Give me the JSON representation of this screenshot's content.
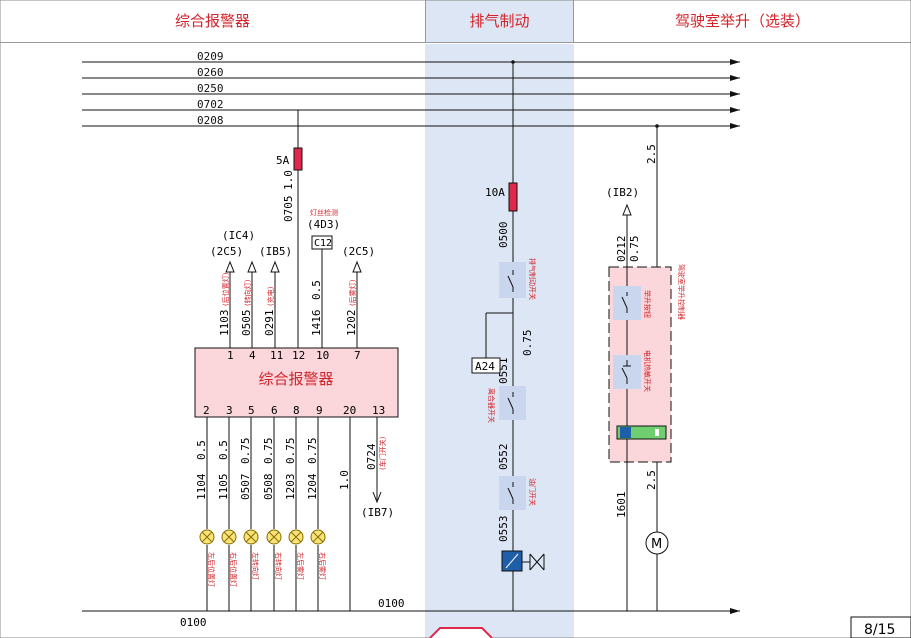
{
  "sections": [
    {
      "title": "综合报警器"
    },
    {
      "title": "排气制动"
    },
    {
      "title": "驾驶室举升（选装）"
    }
  ],
  "bus_lines": [
    "0209",
    "0260",
    "0250",
    "0702",
    "0208"
  ],
  "ground_wire": "0100",
  "ground_wire_mid": "0100",
  "fuses": {
    "alarm": "5A",
    "exhaust": "10A"
  },
  "alarm_unit": {
    "label": "综合报警器",
    "top_pins": [
      "1",
      "4",
      "11",
      "12",
      "10",
      "7"
    ],
    "bottom_pins": [
      "2",
      "3",
      "5",
      "6",
      "8",
      "9",
      "20",
      "13"
    ]
  },
  "top_wires": [
    {
      "code": "1103",
      "note": "(后位置灯)"
    },
    {
      "code": "0505",
      "note": "(转向灯)"
    },
    {
      "code": "0291",
      "note": "(充电)"
    },
    {
      "code": "0705",
      "size": "1.0"
    },
    {
      "code": "1416",
      "size": "0.5"
    },
    {
      "code": "1202",
      "note": "(后雾灯)"
    }
  ],
  "refs": {
    "ic4": "(IC4)",
    "c2c5a": "(2C5)",
    "ib5": "(IB5)",
    "d4d3": "(4D3)",
    "c2c5b": "(2C5)",
    "ib7": "(IB7)",
    "ib2": "(IB2)"
  },
  "connector": {
    "label": "C12",
    "note": "灯丝检测"
  },
  "bottom_wires": [
    {
      "code": "1104",
      "size": "0.5"
    },
    {
      "code": "1105",
      "size": "0.5"
    },
    {
      "code": "0507",
      "size": "0.75"
    },
    {
      "code": "0508",
      "size": "0.75"
    },
    {
      "code": "1203",
      "size": "0.75"
    },
    {
      "code": "1204",
      "size": "0.75"
    },
    {
      "size": "1.0"
    },
    {
      "code": "0724",
      "note": "(车门开关)"
    }
  ],
  "lamps": [
    "左后位置灯",
    "右后位置灯",
    "左转向灯",
    "右转向灯",
    "左后雾灯",
    "右后雾灯"
  ],
  "exhaust": {
    "wire_top": "0500",
    "switch1": "排气制动开关",
    "wire_mid": "0551",
    "wire_mid_size": "0.75",
    "a24": "A24",
    "switch2": "离合器开关",
    "wire_552": "0552",
    "switch3": "油门开关",
    "wire_553": "0553"
  },
  "cab": {
    "wire_top_size": "2.5",
    "wire_0212": "0212",
    "wire_0212_size": "0.75",
    "controller": "驾驶室举升控制器",
    "button": "举升按钮",
    "thermal": "电机热敏开关",
    "wire_1601": "1601",
    "wire_1601_size": "2.5",
    "motor": "M"
  },
  "page_number": "8/15"
}
